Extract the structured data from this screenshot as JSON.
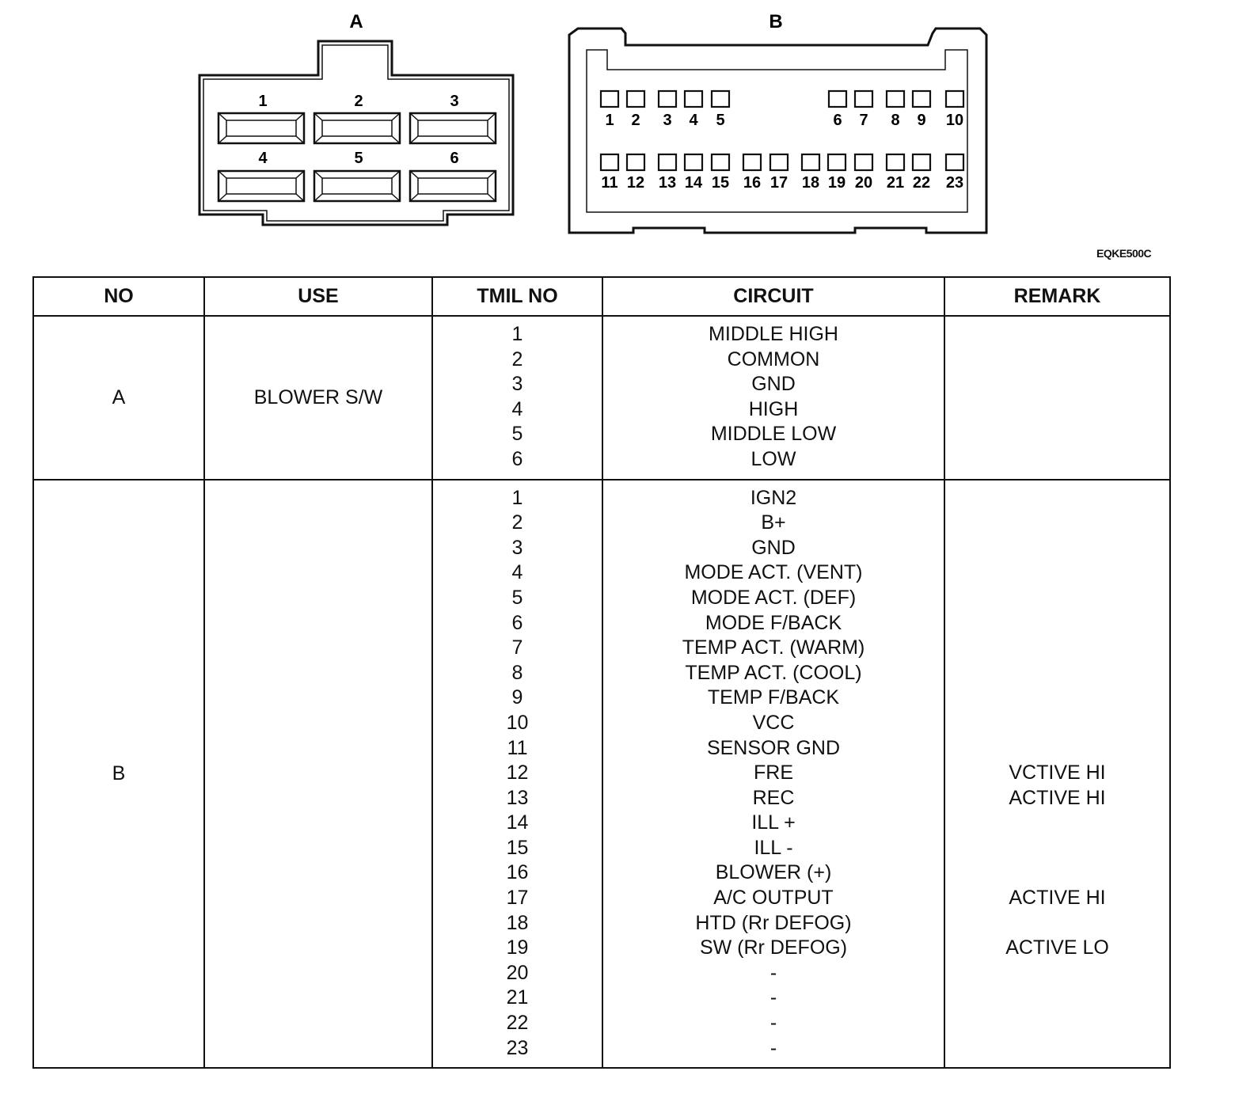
{
  "connectors": {
    "a": {
      "label": "A",
      "pins": [
        "1",
        "2",
        "3",
        "4",
        "5",
        "6"
      ]
    },
    "b": {
      "label": "B",
      "row1": [
        "1",
        "2",
        "3",
        "4",
        "5",
        "6",
        "7",
        "8",
        "9",
        "10"
      ],
      "row2": [
        "11",
        "12",
        "13",
        "14",
        "15",
        "16",
        "17",
        "18",
        "19",
        "20",
        "21",
        "22",
        "23"
      ]
    }
  },
  "figure_code": "EQKE500C",
  "table": {
    "headers": [
      "NO",
      "USE",
      "TMIL NO",
      "CIRCUIT",
      "REMARK"
    ],
    "groups": [
      {
        "no": "A",
        "use": "BLOWER S/W",
        "rows": [
          {
            "tmil": "1",
            "circuit": "MIDDLE HIGH",
            "remark": ""
          },
          {
            "tmil": "2",
            "circuit": "COMMON",
            "remark": ""
          },
          {
            "tmil": "3",
            "circuit": "GND",
            "remark": ""
          },
          {
            "tmil": "4",
            "circuit": "HIGH",
            "remark": ""
          },
          {
            "tmil": "5",
            "circuit": "MIDDLE LOW",
            "remark": ""
          },
          {
            "tmil": "6",
            "circuit": "LOW",
            "remark": ""
          }
        ]
      },
      {
        "no": "B",
        "use": "",
        "rows": [
          {
            "tmil": "1",
            "circuit": "IGN2",
            "remark": ""
          },
          {
            "tmil": "2",
            "circuit": "B+",
            "remark": ""
          },
          {
            "tmil": "3",
            "circuit": "GND",
            "remark": ""
          },
          {
            "tmil": "4",
            "circuit": "MODE ACT. (VENT)",
            "remark": ""
          },
          {
            "tmil": "5",
            "circuit": "MODE ACT. (DEF)",
            "remark": ""
          },
          {
            "tmil": "6",
            "circuit": "MODE F/BACK",
            "remark": ""
          },
          {
            "tmil": "7",
            "circuit": "TEMP ACT. (WARM)",
            "remark": ""
          },
          {
            "tmil": "8",
            "circuit": "TEMP ACT. (COOL)",
            "remark": ""
          },
          {
            "tmil": "9",
            "circuit": "TEMP F/BACK",
            "remark": ""
          },
          {
            "tmil": "10",
            "circuit": "VCC",
            "remark": ""
          },
          {
            "tmil": "11",
            "circuit": "SENSOR GND",
            "remark": ""
          },
          {
            "tmil": "12",
            "circuit": "FRE",
            "remark": "VCTIVE HI"
          },
          {
            "tmil": "13",
            "circuit": "REC",
            "remark": "ACTIVE HI"
          },
          {
            "tmil": "14",
            "circuit": "ILL +",
            "remark": ""
          },
          {
            "tmil": "15",
            "circuit": "ILL -",
            "remark": ""
          },
          {
            "tmil": "16",
            "circuit": "BLOWER (+)",
            "remark": ""
          },
          {
            "tmil": "17",
            "circuit": "A/C OUTPUT",
            "remark": "ACTIVE HI"
          },
          {
            "tmil": "18",
            "circuit": "HTD (Rr DEFOG)",
            "remark": ""
          },
          {
            "tmil": "19",
            "circuit": "SW (Rr DEFOG)",
            "remark": "ACTIVE LO"
          },
          {
            "tmil": "20",
            "circuit": "-",
            "remark": ""
          },
          {
            "tmil": "21",
            "circuit": "-",
            "remark": ""
          },
          {
            "tmil": "22",
            "circuit": "-",
            "remark": ""
          },
          {
            "tmil": "23",
            "circuit": "-",
            "remark": ""
          }
        ]
      }
    ]
  }
}
